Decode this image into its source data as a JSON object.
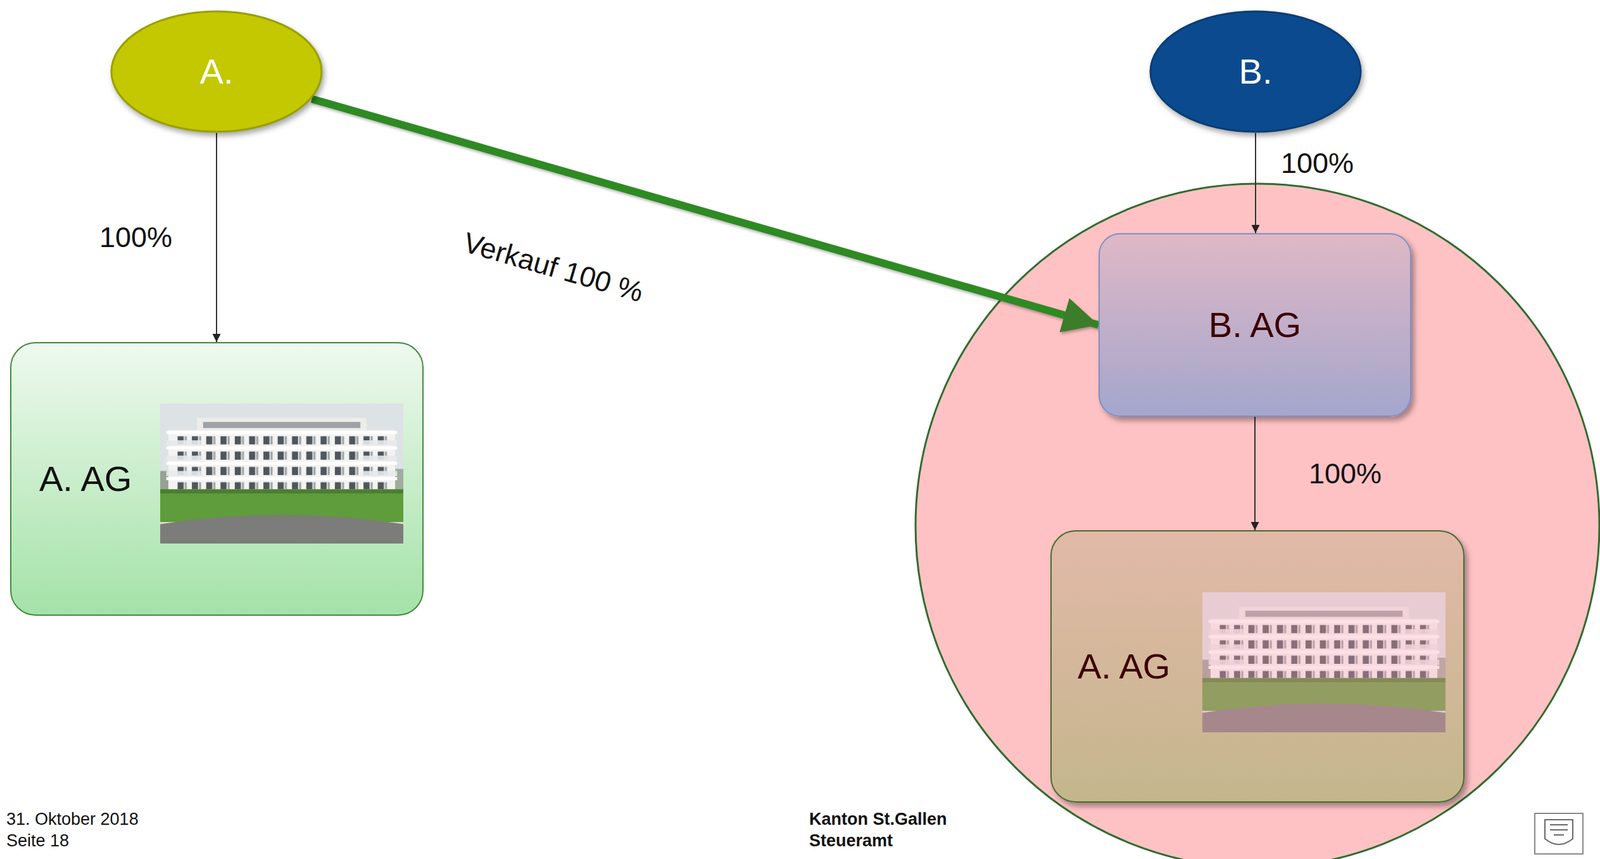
{
  "diagram": {
    "nodes": [
      {
        "text": [
          "A."
        ]
      },
      {
        "text": [
          "A. AG"
        ]
      },
      {
        "text": [
          "B."
        ]
      },
      {
        "text": [
          "B. AG"
        ]
      },
      {
        "text": [
          "A. AG"
        ]
      }
    ],
    "edges": [
      {
        "from": 0,
        "to": 1,
        "arrow": "to",
        "label": "100%"
      },
      {
        "from": 0,
        "to": 3,
        "arrow": "to",
        "label": "Verkauf 100 %"
      },
      {
        "from": 2,
        "to": 3,
        "arrow": "to",
        "label": "100%"
      },
      {
        "from": 3,
        "to": 4,
        "arrow": "to",
        "label": "100%"
      }
    ],
    "labels": [
      "31. Oktober 2018",
      "Seite 18",
      "Kanton St.Gallen",
      "Steueramt"
    ]
  }
}
